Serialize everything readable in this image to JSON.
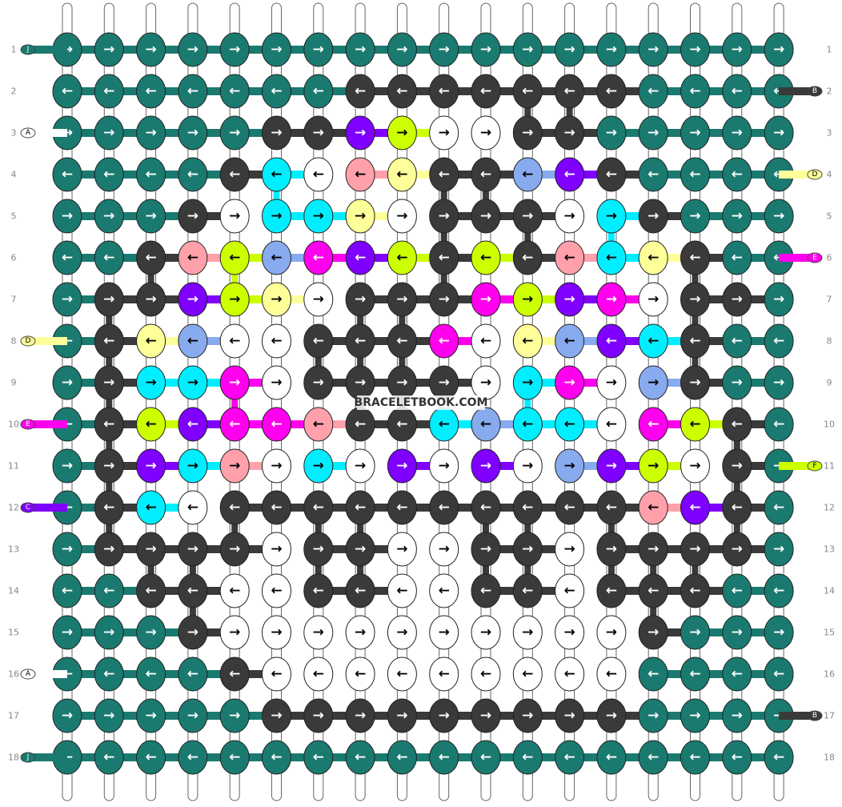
{
  "watermark": "BRACELETBOOK.COM",
  "colors": {
    "J": "#1a7a70",
    "B": "#3a3a3a",
    "A": "#ffffff",
    "D": "#ffff99",
    "E": "#ff00ee",
    "C": "#7f00ff",
    "F": "#ccff00",
    "G": "#00eeff",
    "H": "#ffa0aa",
    "I": "#88aaee"
  },
  "left_labels": {
    "1": "J",
    "3": "A",
    "8": "D",
    "10": "E",
    "12": "C",
    "16": "A",
    "18": "J"
  },
  "right_labels": {
    "2": "B",
    "4": "D",
    "6": "E",
    "11": "F",
    "17": "B"
  },
  "row_numbers": [
    "1",
    "2",
    "3",
    "4",
    "5",
    "6",
    "7",
    "8",
    "9",
    "10",
    "11",
    "12",
    "13",
    "14",
    "15",
    "16",
    "17",
    "18"
  ],
  "rows": [
    "JJJJJJJJJJJJJJJJJJ",
    "JJJJJJJBBBBBBBJJJJ",
    "JJJJJBBCFAABBJJJJJ",
    "JJJJBGAHDBBICBJJJJ",
    "JJJBAGGDABBBAGBJJJ",
    "JJBHFIECFBFBHGDBJJ",
    "JBBCFDABBBEFCEABBJ",
    "JBDIAABBBEADICGBJJ",
    "JBGGEABBBBAGEAIBJJ",
    "JBFCEEHBBGIGGAEFBJ",
    "JBCGHAGACACAICFABJ",
    "JBGABBBBBBBBBBHCBJ",
    "JBBBBABBAABBABBBBJ",
    "JJBBAABBAABBABBBJJ",
    "JJJBAAAAAAAAAABJJJ",
    "JJJJBAAAAAAAAAJJJJ",
    "JJJJJBBBBBBBBBJJJJ",
    "JJJJJJJJJJJJJJJJJJ"
  ],
  "arrows": [
    "RRRRRRRRRRRRRRRRRR",
    "LLLLLLLLLLLLLLLLLL",
    "RRRRRRRRRRRRRRRRRR",
    "LLLLLLLLLLLLLLLLLL",
    "RRRRRRRRRRRRRRRRRR",
    "LLLLLLLLLLLLLLLLLL",
    "RRRRRRRRRRRRRRRRRR",
    "LLLLLLLLLLLLLLLLLL",
    "RRRRRRRRRRRRRRRRRR",
    "LLLLLLLLLLLLLLLLLL",
    "RRRRRRRRRRRRRRRRRR",
    "LLLLLLLLLLLLLLLLLL",
    "RRRRRRRRRRRRRRRRRR",
    "LLLLLLLLLLLLLLLLLL",
    "RRRRRRRRRRRRRRRRRR",
    "LLLLLLLLLLLLLLLLLL",
    "RRRRRRRRRRRRRRRRRR",
    "LLLLLLLLLLLLLLLLLL"
  ]
}
